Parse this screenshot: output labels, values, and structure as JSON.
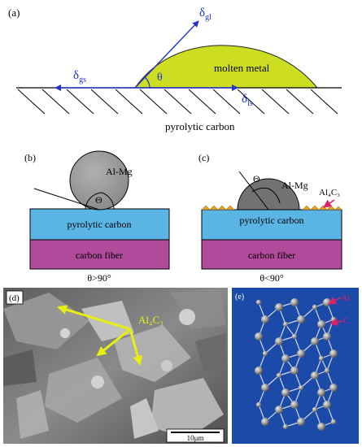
{
  "colors": {
    "blue_vec": "#2233cc",
    "droplet": "#ccdd22",
    "pyro_layer": "#5ab4e4",
    "fiber_layer": "#b14a9a",
    "sphere_light": "#9a9a9a",
    "sphere_dark": "#6e6e6e",
    "al4c3_marker": "#e8a020",
    "yellow_arrow": "#e8ee10",
    "magenta_arrow": "#e0206a",
    "crystal_bg": "#1c4aa8",
    "sem_bg": "#707070"
  },
  "panel_a": {
    "label": "(a)",
    "delta_gl": "δ",
    "delta_gl_sub": "gl",
    "delta_gs": "δ",
    "delta_gs_sub": "gs",
    "delta_ls": "δ",
    "delta_ls_sub": "ls",
    "theta": "θ",
    "droplet_label": "molten metal",
    "substrate_label": "pyrolytic carbon"
  },
  "panel_b": {
    "label": "(b)",
    "alloy": "Al-Mg",
    "theta": "Θ",
    "layer1": "pyrolytic carbon",
    "layer2": "carbon fiber",
    "condition": "θ>90°"
  },
  "panel_c": {
    "label": "(c)",
    "alloy": "Al-Mg",
    "theta": "Θ",
    "product": "Al₄C₃",
    "layer1": "pyrolytic carbon",
    "layer2": "carbon fiber",
    "condition": "θ<90°"
  },
  "panel_d": {
    "label": "(d)",
    "product": "Al₄C₃",
    "scale": "10μm"
  },
  "panel_e": {
    "label": "(e)",
    "atom1": "Al",
    "atom2": "C"
  }
}
